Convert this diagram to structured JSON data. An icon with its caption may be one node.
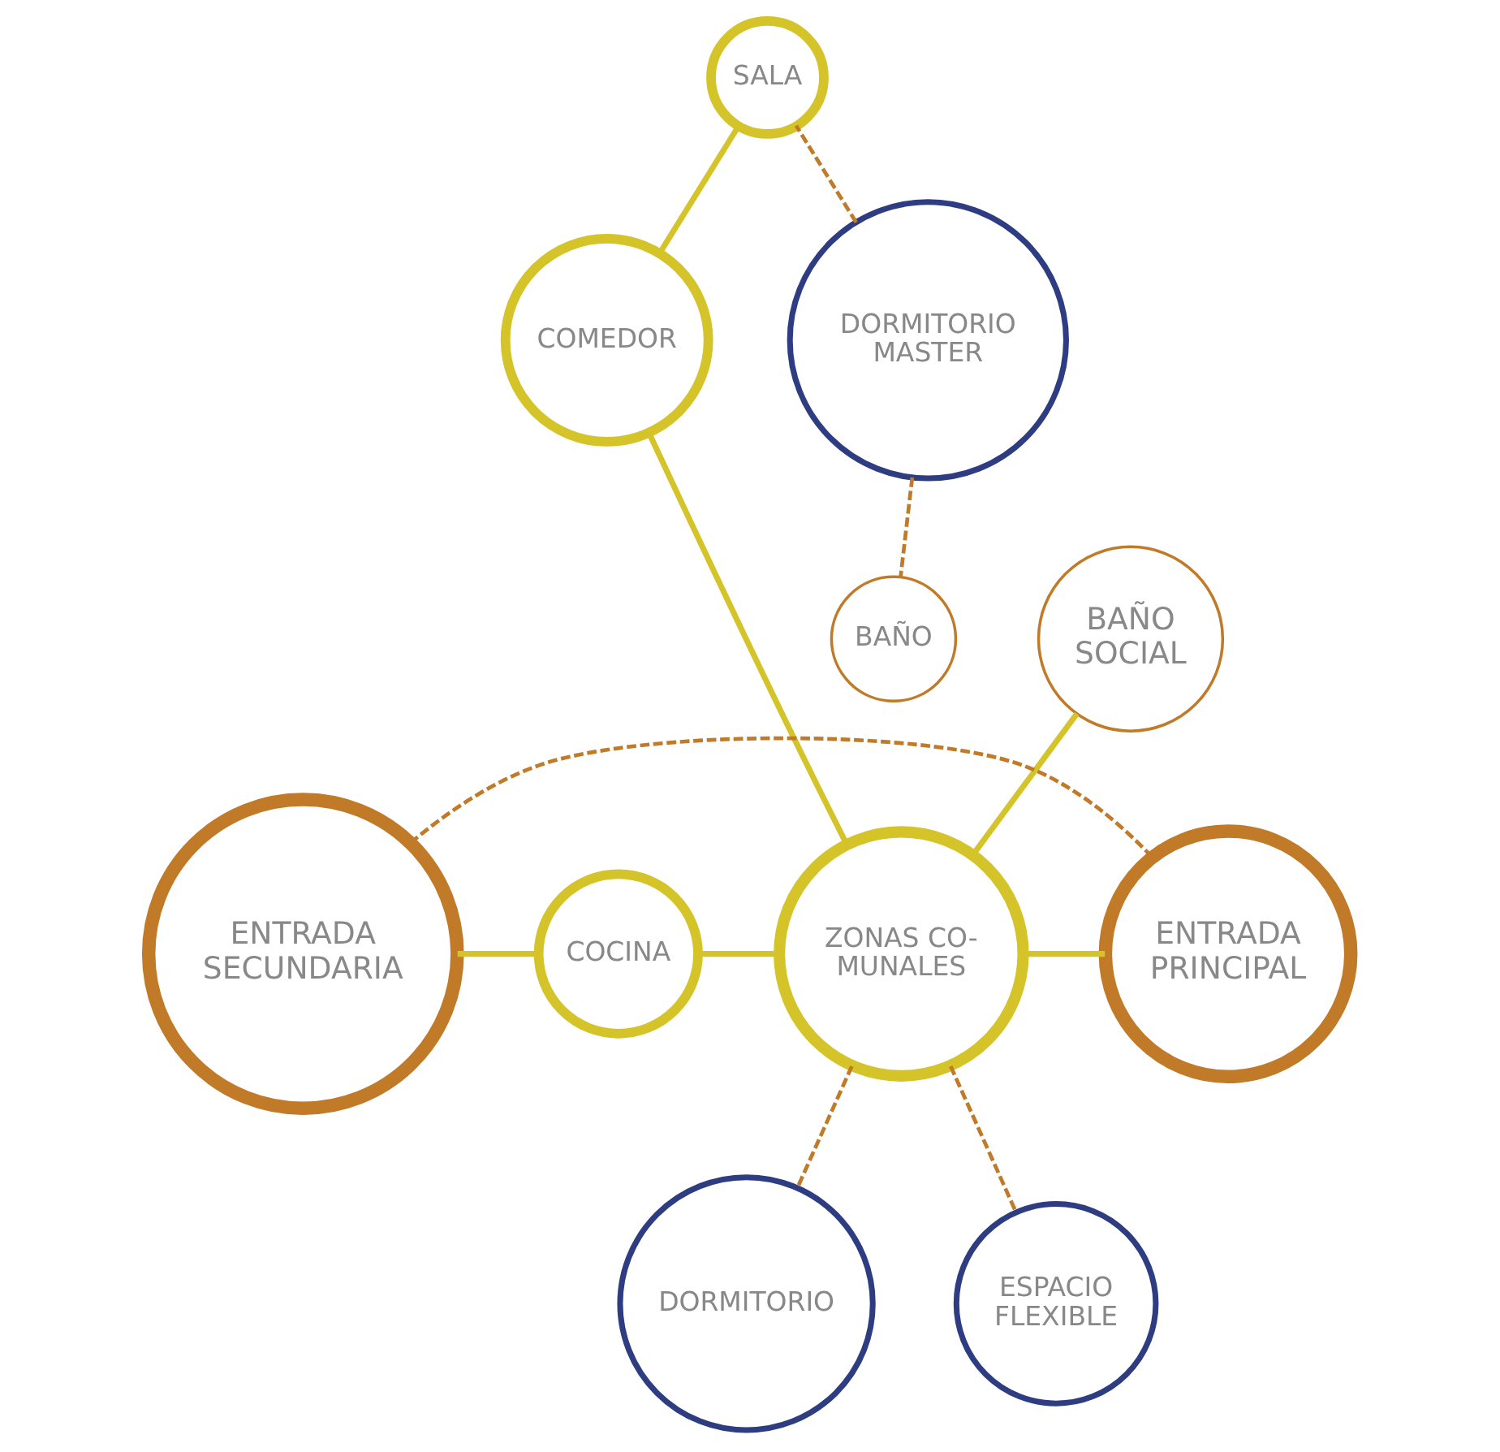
{
  "diagram": {
    "nodes": [
      {
        "text": [
          "SALA"
        ]
      },
      {
        "text": [
          "DORMITORIO MASTER"
        ]
      },
      {
        "text": [
          "COMEDOR"
        ]
      },
      {
        "text": [
          "BAÑO"
        ]
      },
      {
        "text": [
          "BAÑO SOCIAL"
        ]
      },
      {
        "text": [
          "COCINA"
        ]
      },
      {
        "text": [
          "ZONAS CO- MUNALES"
        ]
      },
      {
        "text": [
          "ENTRADA SECUNDARIA"
        ]
      },
      {
        "text": [
          "ENTRADA PRINCIPAL"
        ]
      },
      {
        "text": [
          "DORMITORIO"
        ]
      },
      {
        "text": [
          "ESPACIO FLEXIBLE"
        ]
      }
    ],
    "edges": [
      {
        "from": 0,
        "to": 2,
        "arrow": "none",
        "color": "#d4c42a"
      },
      {
        "from": 1,
        "to": 0,
        "arrow": "none",
        "style": "dashed",
        "color": "#c07a28"
      },
      {
        "from": 1,
        "to": 3,
        "arrow": "none",
        "style": "dashed",
        "color": "#c07a28"
      },
      {
        "from": 2,
        "to": 6,
        "arrow": "none",
        "color": "#d4c42a"
      },
      {
        "from": 4,
        "to": 6,
        "arrow": "none",
        "color": "#d4c42a"
      },
      {
        "from": 7,
        "to": 5,
        "arrow": "none",
        "color": "#d4c42a"
      },
      {
        "from": 5,
        "to": 6,
        "arrow": "none",
        "color": "#d4c42a"
      },
      {
        "from": 6,
        "to": 8,
        "arrow": "none",
        "color": "#d4c42a"
      },
      {
        "from": 7,
        "to": 8,
        "arrow": "none",
        "style": "dashed",
        "color": "#c07a28"
      },
      {
        "from": 6,
        "to": 9,
        "arrow": "none",
        "style": "dashed",
        "color": "#c07a28"
      },
      {
        "from": 6,
        "to": 10,
        "arrow": "none",
        "style": "dashed",
        "color": "#c07a28"
      }
    ]
  }
}
